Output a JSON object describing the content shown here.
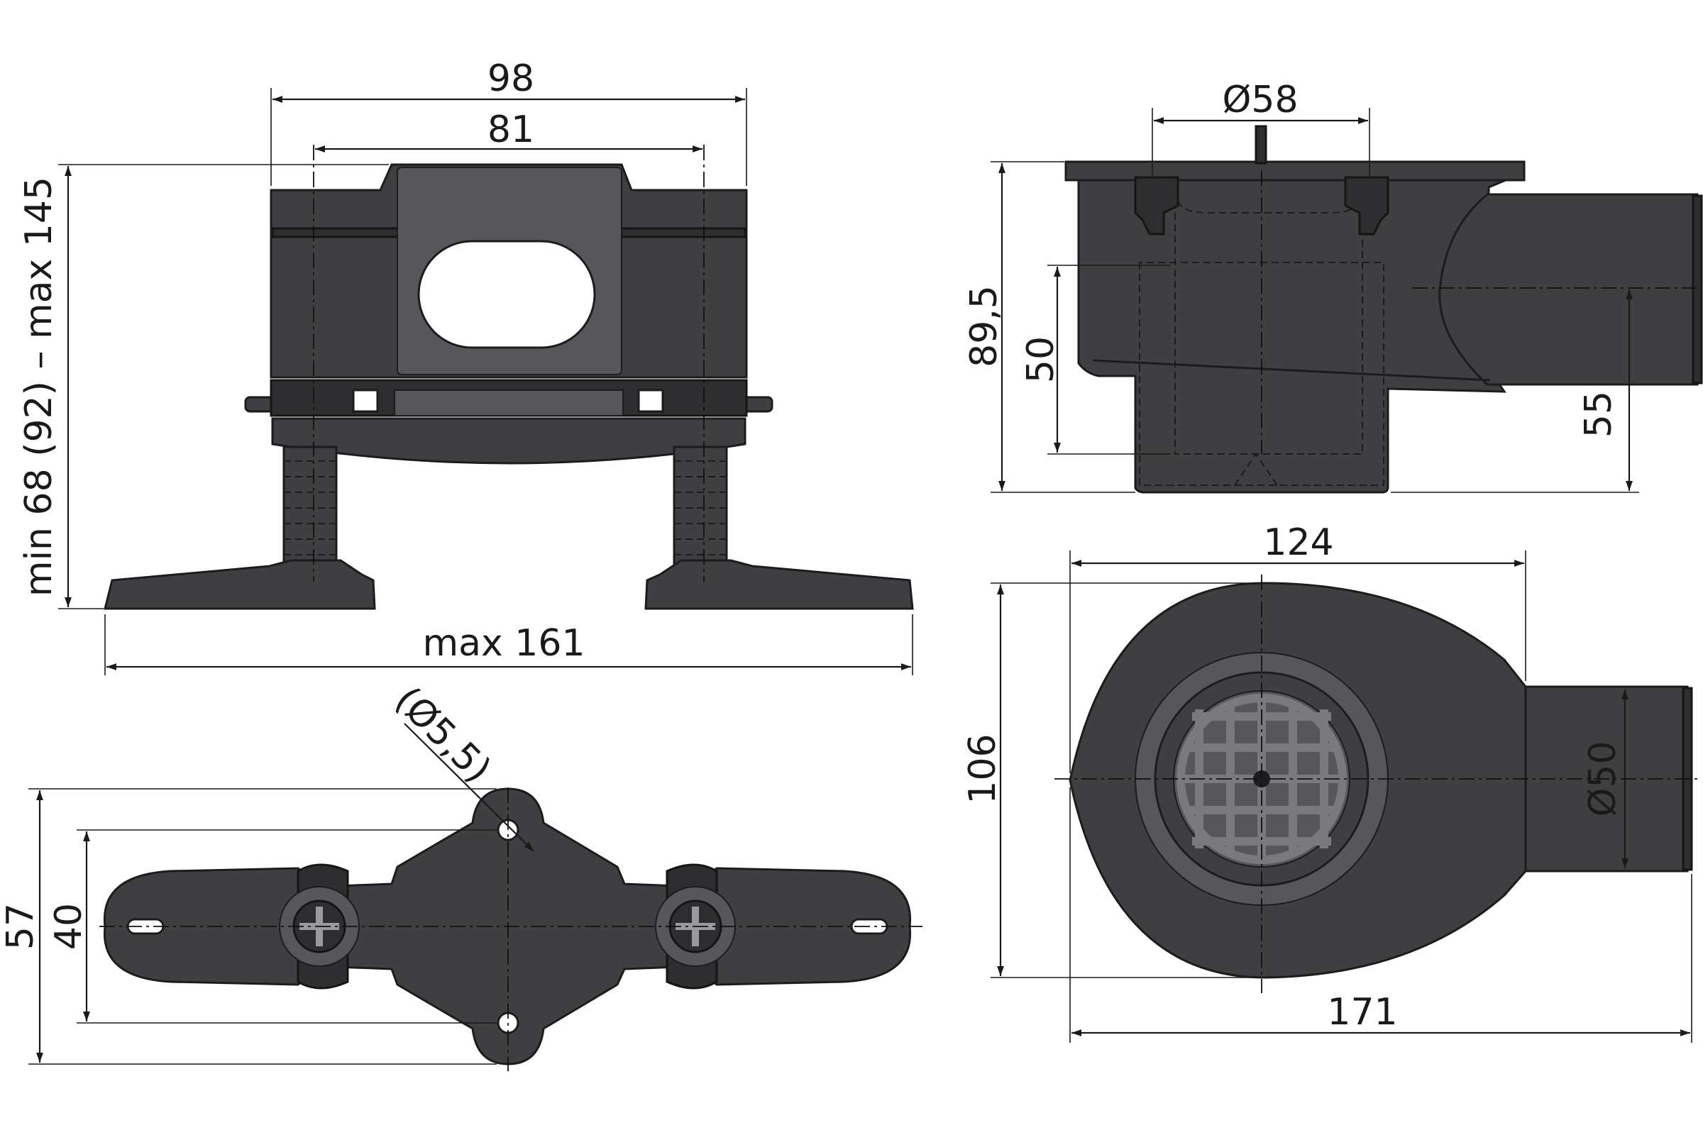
{
  "views": {
    "support_front": {
      "dim_overall_width": "98",
      "dim_inner_width": "81",
      "dim_height_range": "min 68 (92) – max 145",
      "dim_foot_span": "max 161"
    },
    "support_top": {
      "dim_hole_diameter": "(Ø5,5)",
      "dim_overall_depth": "57",
      "dim_hole_spacing": "40"
    },
    "trap_side": {
      "dim_grate_diameter": "Ø58",
      "dim_total_height": "89,5",
      "dim_water_seal": "50",
      "dim_outlet_height": "55"
    },
    "trap_top": {
      "dim_body_width": "124",
      "dim_body_depth": "106",
      "dim_outlet_diameter": "Ø50",
      "dim_overall_length": "171"
    }
  },
  "colors": {
    "part_fill": "#3f3f42",
    "part_outline": "#1c1c1e",
    "dimension_line": "#1a1a1a",
    "background": "#ffffff"
  }
}
